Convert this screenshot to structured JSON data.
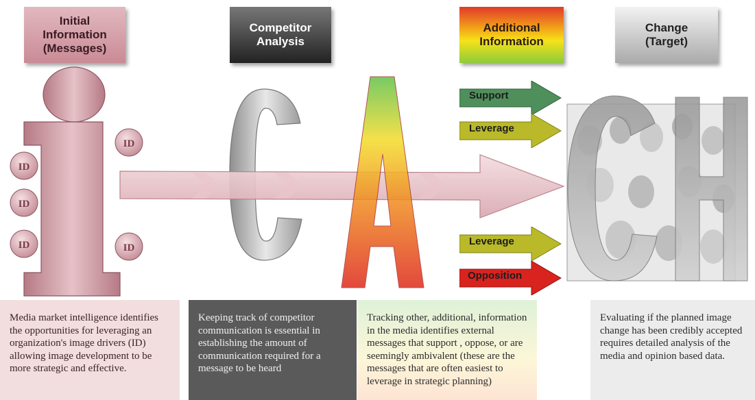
{
  "headers": [
    {
      "label": "Initial\nInformation\n(Messages)"
    },
    {
      "label": "Competitor\nAnalysis"
    },
    {
      "label": "Additional\nInformation"
    },
    {
      "label": "Change\n(Target)"
    }
  ],
  "letters": {
    "i": "i",
    "c": "C",
    "a": "A",
    "ch": "CH"
  },
  "image_driver_badge": "ID",
  "arrows": [
    {
      "label": "Support",
      "color": "#4f8f5c"
    },
    {
      "label": "Leverage",
      "color": "#b9b92a"
    },
    {
      "label": "Leverage",
      "color": "#b9b92a"
    },
    {
      "label": "Opposition",
      "color": "#d8231f"
    }
  ],
  "descriptions": [
    {
      "text": "Media market intelligence identifies the opportunities for leveraging an organization's image drivers (ID) allowing image development to be more strategic and effective."
    },
    {
      "text": "Keeping track of competitor communication is essential in establishing the amount of communication required for a message to be heard"
    },
    {
      "text": "Tracking other, additional, information in the media identifies external messages that support , oppose, or are seemingly ambivalent (these are the messages that are often easiest to leverage in strategic planning)"
    },
    {
      "text": "Evaluating if the planned image change has been credibly accepted requires detailed analysis of the media and opinion based data."
    }
  ]
}
